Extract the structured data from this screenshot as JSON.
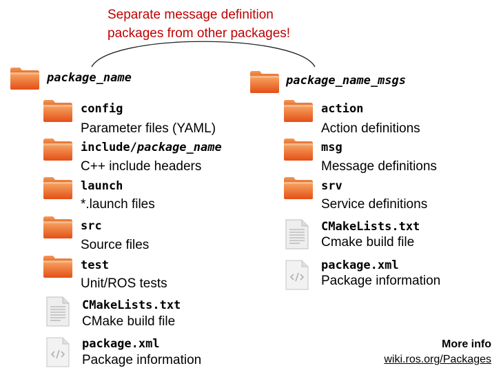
{
  "note": {
    "line1": "Separate message definition",
    "line2": "packages from other packages!"
  },
  "left_package": {
    "name": "package_name",
    "items": [
      {
        "name": "config",
        "desc": "Parameter files (YAML)",
        "icon": "folder-icon"
      },
      {
        "name_prefix": "include/",
        "name_italic": "package_name",
        "desc": "C++ include headers",
        "icon": "folder-icon"
      },
      {
        "name": "launch",
        "desc": "*.launch files",
        "icon": "folder-icon"
      },
      {
        "name": "src",
        "desc": "Source files",
        "icon": "folder-icon"
      },
      {
        "name": "test",
        "desc": "Unit/ROS tests",
        "icon": "folder-icon"
      },
      {
        "name": "CMakeLists.txt",
        "desc": "CMake build file",
        "icon": "text-file-icon"
      },
      {
        "name": "package.xml",
        "desc": "Package information",
        "icon": "xml-file-icon"
      }
    ]
  },
  "right_package": {
    "name": "package_name_msgs",
    "items": [
      {
        "name": "action",
        "desc": "Action definitions",
        "icon": "folder-icon"
      },
      {
        "name": "msg",
        "desc": "Message definitions",
        "icon": "folder-icon"
      },
      {
        "name": "srv",
        "desc": "Service definitions",
        "icon": "folder-icon"
      },
      {
        "name": "CMakeLists.txt",
        "desc": "Cmake build file",
        "icon": "text-file-icon"
      },
      {
        "name": "package.xml",
        "desc": "Package information",
        "icon": "xml-file-icon"
      }
    ]
  },
  "more_info": {
    "title": "More info",
    "link": "wiki.ros.org/Packages"
  },
  "colors": {
    "note": "#c00000",
    "folder_light": "#f6a35a",
    "folder_dark": "#e4521a"
  }
}
